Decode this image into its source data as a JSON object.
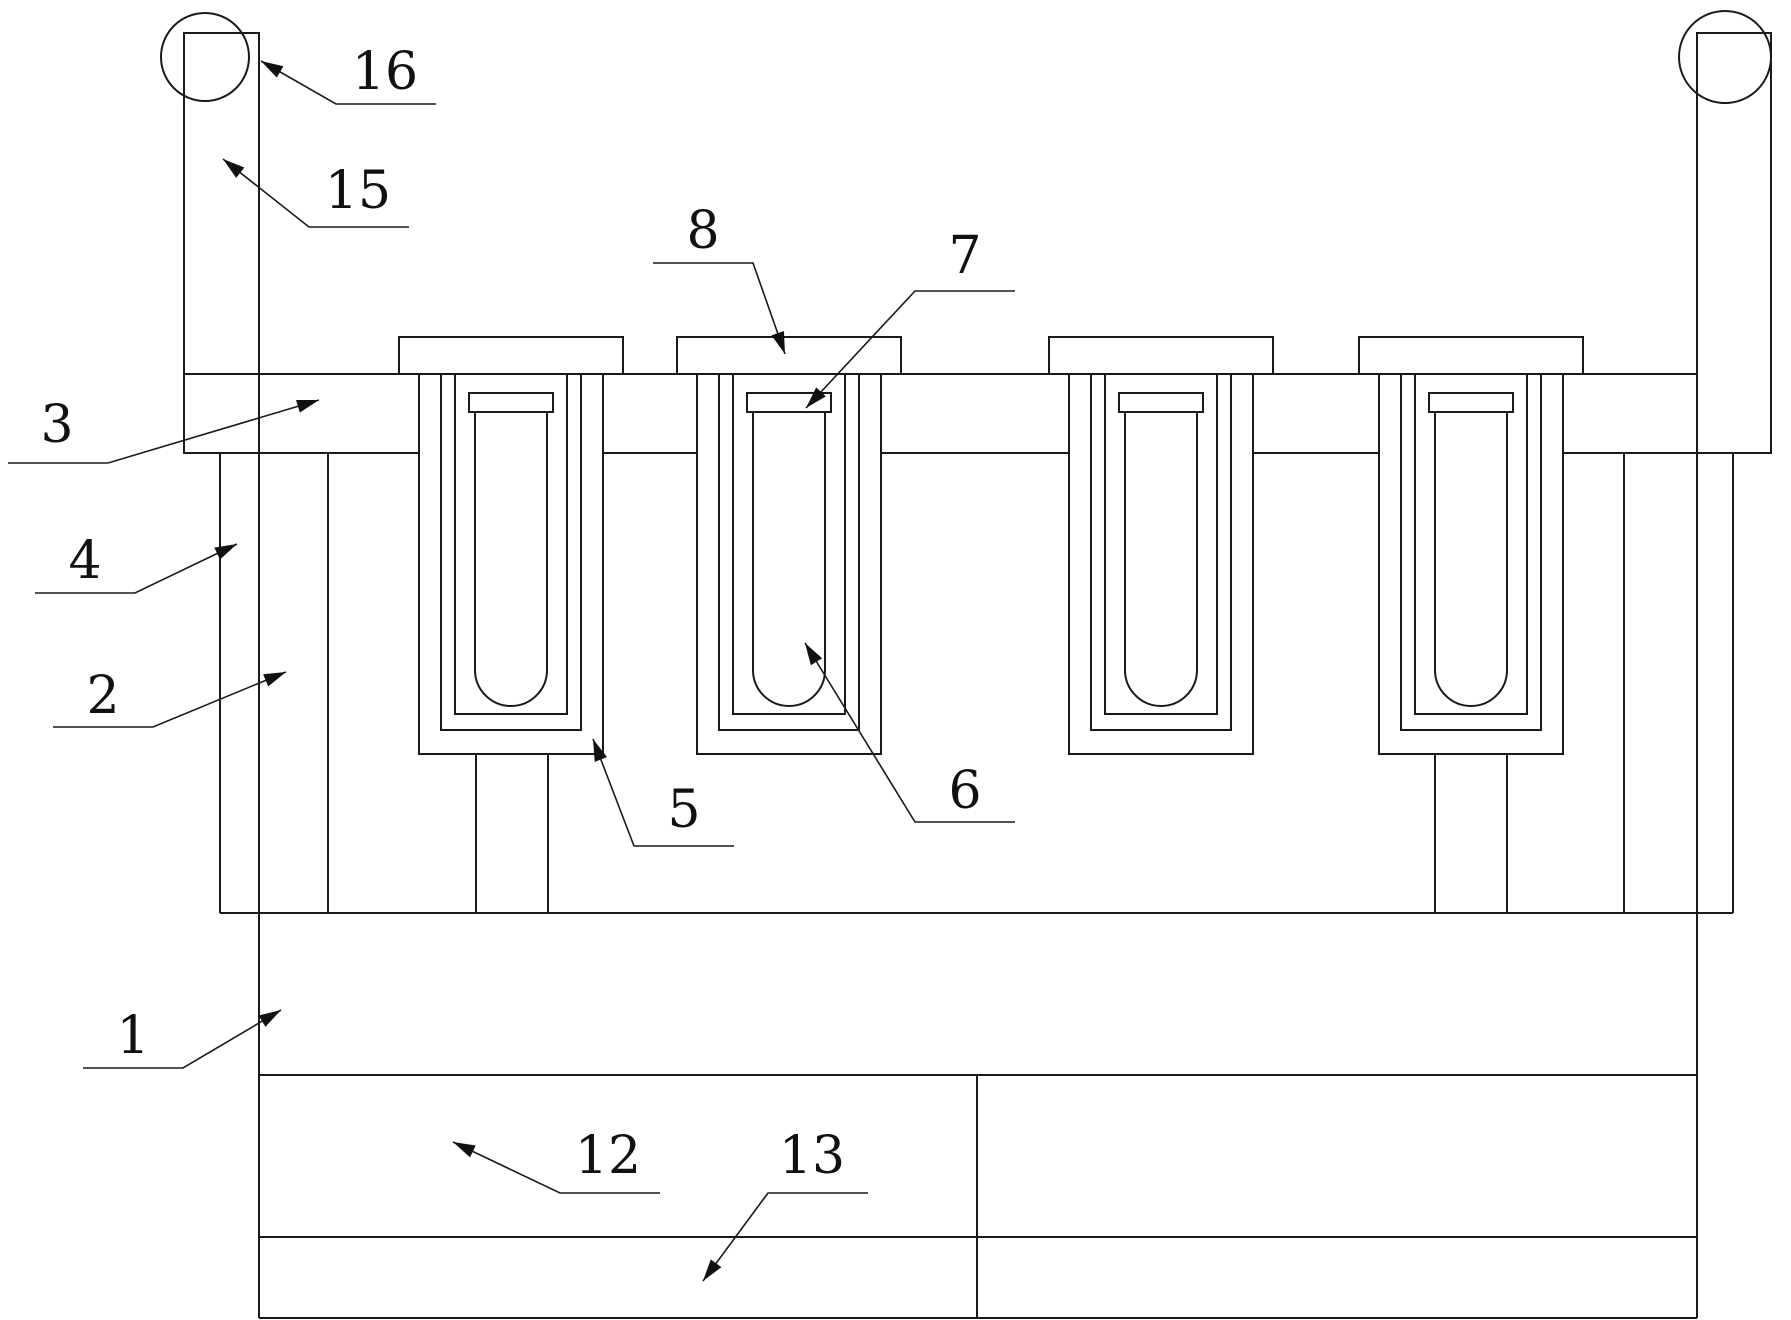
{
  "labels": {
    "l1": "1",
    "l2": "2",
    "l3": "3",
    "l4": "4",
    "l5": "5",
    "l6": "6",
    "l7": "7",
    "l8": "8",
    "l12": "12",
    "l13": "13",
    "l15": "15",
    "l16": "16"
  },
  "colors": {
    "line": "#1a1a1a",
    "background": "#ffffff"
  }
}
